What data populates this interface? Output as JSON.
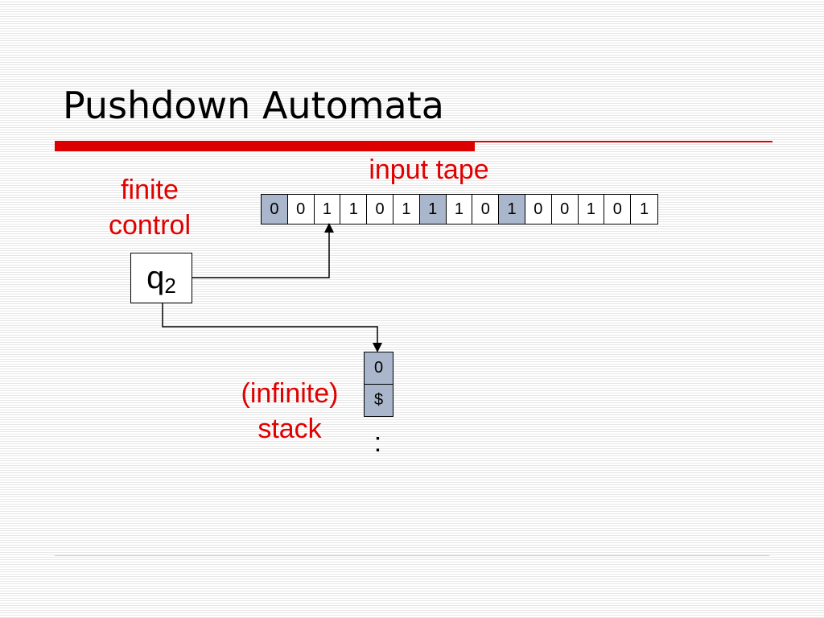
{
  "slide": {
    "title": "Pushdown Automata",
    "input_tape_label": "input tape",
    "finite_control_label_line1": "finite",
    "finite_control_label_line2": "control",
    "stack_label_line1": "(infinite)",
    "stack_label_line2": "stack",
    "state_name": "q",
    "state_subscript": "2",
    "stack_continuation": ":"
  },
  "tape": {
    "cells": [
      "0",
      "0",
      "1",
      "1",
      "0",
      "1",
      "1",
      "1",
      "0",
      "1",
      "0",
      "0",
      "1",
      "0",
      "1"
    ],
    "shaded": [
      true,
      false,
      false,
      false,
      false,
      false,
      true,
      false,
      false,
      true,
      false,
      false,
      false,
      false,
      false
    ]
  },
  "stack": {
    "cells": [
      "0",
      "$"
    ]
  },
  "colors": {
    "accent_red": "#e00000",
    "cell_shade": "#a9b6cc"
  }
}
